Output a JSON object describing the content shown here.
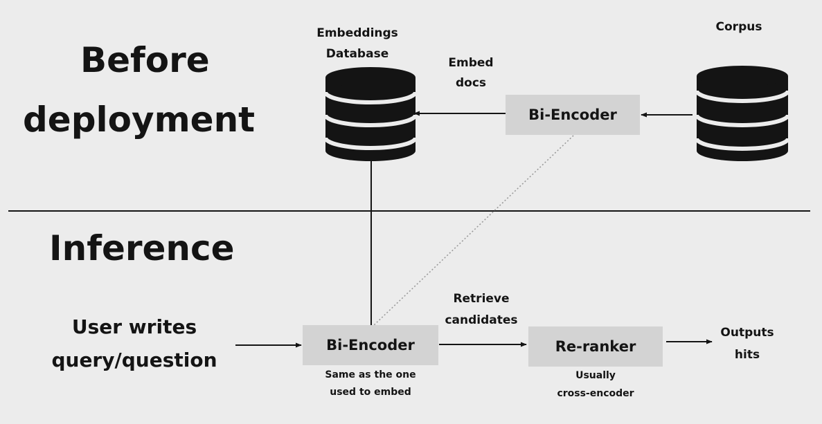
{
  "sections": {
    "before_deployment": [
      "Before",
      "deployment"
    ],
    "inference": "Inference"
  },
  "nodes": {
    "embeddings_db": {
      "label": [
        "Embeddings",
        "Database"
      ],
      "icon": "database-icon"
    },
    "corpus": {
      "label": "Corpus",
      "icon": "database-icon"
    },
    "bi_encoder_top": {
      "label": "Bi-Encoder"
    },
    "bi_encoder_bottom": {
      "label": "Bi-Encoder",
      "note": [
        "Same as the one",
        "used to embed"
      ]
    },
    "reranker": {
      "label": "Re-ranker",
      "note": [
        "Usually",
        "cross-encoder"
      ]
    },
    "user_query": {
      "label": [
        "User writes",
        "query/question"
      ]
    }
  },
  "edges": {
    "embed_docs": [
      "Embed",
      "docs"
    ],
    "retrieve_candidates": [
      "Retrieve",
      "candidates"
    ],
    "outputs_hits": [
      "Outputs",
      "hits"
    ]
  },
  "colors": {
    "background": "#ececec",
    "box_fill": "#d3d3d3",
    "ink": "#141414",
    "dotted_link": "#9a9a9a"
  }
}
